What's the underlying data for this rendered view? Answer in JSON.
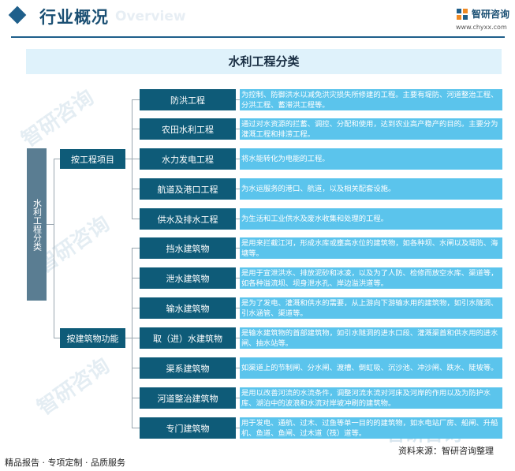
{
  "header": {
    "title": "行业概况",
    "watermark_text": "Overview",
    "brand_name": "智研咨询",
    "brand_url": "www.chyxx.com"
  },
  "diagram": {
    "title": "水利工程分类",
    "root": "水利工程分类",
    "categories": [
      {
        "label": "按工程项目",
        "items": [
          {
            "label": "防洪工程",
            "desc": "为控制、防御洪水以减免洪灾损失所修建的工程。主要有堤防、河道整治工程、分洪工程、蓄滞洪工程等。"
          },
          {
            "label": "农田水利工程",
            "desc": "通过对水资源的拦蓄、调控、分配和使用，达到农业高产稳产的目的。主要分为灌溉工程和排涝工程。"
          },
          {
            "label": "水力发电工程",
            "desc": "将水能转化为电能的工程。"
          },
          {
            "label": "航道及港口工程",
            "desc": "为水运服务的港口、航道，以及相关配套设施。"
          },
          {
            "label": "供水及排水工程",
            "desc": "为生活和工业供水及废水收集和处理的工程。"
          }
        ]
      },
      {
        "label": "按建筑物功能",
        "items": [
          {
            "label": "挡水建筑物",
            "desc": "是用来拦截江河，形成水库或壅高水位的建筑物，如各种坝、水闸以及堤防、海塘等。"
          },
          {
            "label": "泄水建筑物",
            "desc": "是用于宣泄洪水、排放泥砂和冰凌，以及为了人防、检修而放空水库、渠道等，如各种溢流坝、坝身泄水孔、岸边溢洪道等。"
          },
          {
            "label": "输水建筑物",
            "desc": "是为了发电、灌溉和供水的需要，从上游向下游输水用的建筑物，如引水隧洞、引水涵管、渠道等。"
          },
          {
            "label": "取（进）水建筑物",
            "desc": "是输水建筑物的首部建筑物，如引水隧洞的进水口段、灌溉渠首和供水用的进水闸、抽水站等。"
          },
          {
            "label": "渠系建筑物",
            "desc": "如渠道上的节制闸、分水闸、渡槽、倒虹吸、沉沙池、冲沙闸、跌水、陡坡等。"
          },
          {
            "label": "河道整治建筑物",
            "desc": "是用以改善河流的水流条件，调整河流水流对河床及河岸的作用以及为防护水库、湖泊中的波浪和水流对岸坡冲刷的建筑物。"
          },
          {
            "label": "专门建筑物",
            "desc": "用于发电、通航、过木、过鱼等单一目的的建筑物，如水电站厂房、船闸、升船机、鱼道、鱼闸、过木道（筏）道等。"
          }
        ]
      }
    ]
  },
  "footer": {
    "left_text": "精品报告 · 专项定制 · 品质服务",
    "source_text": "资料来源：智研咨询整理"
  },
  "watermark": "智研咨询"
}
